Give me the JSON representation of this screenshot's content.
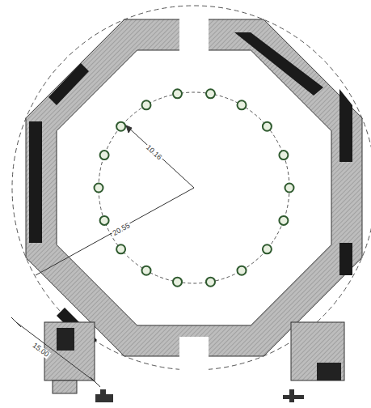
{
  "diagram": {
    "labels": [
      "10.16",
      "20.55",
      "15.00"
    ]
  }
}
